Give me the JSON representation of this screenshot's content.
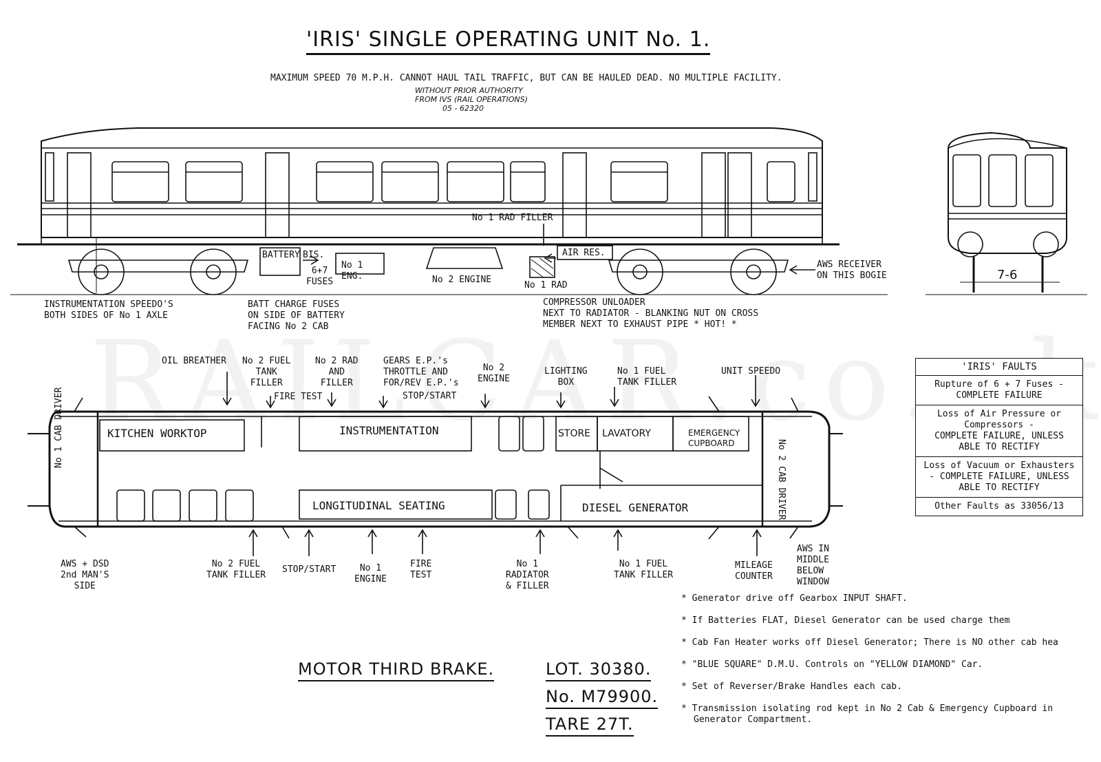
{
  "title": "'IRIS' SINGLE OPERATING UNIT No. 1.",
  "subtitle": "MAXIMUM SPEED 70 M.P.H.  CANNOT HAUL TAIL TRAFFIC, BUT CAN BE HAULED DEAD.  NO MULTIPLE FACILITY.",
  "handwritten_note": [
    "WITHOUT PRIOR AUTHORITY",
    "FROM IVS (RAIL OPERATIONS)",
    "05 - 62320"
  ],
  "watermark": "RAILCAR.co.uk",
  "side_view_labels": {
    "rad_filler": "No 1 RAD FILLER",
    "battery": "BATTERY",
    "bis": "BIS.",
    "fuses": [
      "6+7",
      "FUSES"
    ],
    "no1_eng": [
      "No 1",
      "ENG."
    ],
    "no2_engine": "No 2 ENGINE",
    "no1_rad": "No 1 RAD",
    "air_res": "AIR RES.",
    "aws_receiver": [
      "AWS RECEIVER",
      "ON THIS BOGIE"
    ],
    "instrumentation_speedos": [
      "INSTRUMENTATION SPEEDO'S",
      "BOTH SIDES OF No 1 AXLE"
    ],
    "batt_charge": [
      "BATT CHARGE FUSES",
      "ON SIDE OF BATTERY",
      "FACING No 2 CAB"
    ],
    "compressor": [
      "COMPRESSOR UNLOADER",
      "NEXT TO RADIATOR - BLANKING NUT ON CROSS",
      "MEMBER NEXT TO EXHAUST PIPE * HOT! *"
    ],
    "gauge": "7-6"
  },
  "plan_top_labels": {
    "oil_breather": "OIL BREATHER",
    "no2_fuel_tank_filler": [
      "No 2 FUEL",
      "TANK",
      "FILLER"
    ],
    "fire_test": "FIRE TEST",
    "no2_rad_filler": [
      "No 2 RAD",
      "AND",
      "FILLER"
    ],
    "gears": [
      "GEARS E.P.'s",
      "THROTTLE AND",
      "FOR/REV E.P.'s"
    ],
    "stop_start": "STOP/START",
    "no2_engine": [
      "No 2",
      "ENGINE"
    ],
    "lighting_box": [
      "LIGHTING",
      "BOX"
    ],
    "no1_fuel_tank_filler": [
      "No 1 FUEL",
      "TANK FILLER"
    ],
    "unit_speedo": "UNIT SPEEDO"
  },
  "plan_rooms": {
    "no1_cab": "No 1 CAB DRIVER",
    "kitchen": "KITCHEN WORKTOP",
    "instrumentation": "INSTRUMENTATION",
    "store": "STORE",
    "lavatory": "LAVATORY",
    "emergency": [
      "EMERGENCY",
      "CUPBOARD"
    ],
    "no2_cab": "No 2 CAB DRIVER",
    "seating": "LONGITUDINAL SEATING",
    "generator": "DIESEL GENERATOR"
  },
  "plan_bottom_labels": {
    "aws_dsd": [
      "AWS + DSD",
      "2nd MAN'S",
      "SIDE"
    ],
    "no2_fuel": [
      "No 2 FUEL",
      "TANK FILLER"
    ],
    "stop_start": "STOP/START",
    "no1_engine": [
      "No 1",
      "ENGINE"
    ],
    "fire_test": [
      "FIRE",
      "TEST"
    ],
    "no1_radiator": [
      "No 1",
      "RADIATOR",
      "& FILLER"
    ],
    "no1_fuel": [
      "No 1 FUEL",
      "TANK FILLER"
    ],
    "mileage": [
      "MILEAGE",
      "COUNTER"
    ],
    "aws_middle": [
      "AWS IN",
      "MIDDLE",
      "BELOW",
      "WINDOW"
    ]
  },
  "faults": {
    "heading": "'IRIS'  FAULTS",
    "rows": [
      [
        "Rupture of 6 + 7 Fuses -",
        "COMPLETE FAILURE"
      ],
      [
        "Loss of Air Pressure or",
        "Compressors -",
        "COMPLETE FAILURE, UNLESS",
        "ABLE TO RECTIFY"
      ],
      [
        "Loss of Vacuum or Exhausters",
        "- COMPLETE FAILURE, UNLESS",
        "ABLE TO RECTIFY"
      ],
      [
        "Other Faults as 33056/13"
      ]
    ]
  },
  "lot_info": {
    "line1a": "MOTOR THIRD BRAKE.",
    "line1b": "LOT. 30380.",
    "line2": "No. M79900.",
    "line3": "TARE  27T."
  },
  "notes": [
    "* Generator drive off Gearbox INPUT SHAFT.",
    "* If Batteries FLAT, Diesel Generator can be used charge them",
    "* Cab Fan Heater works off Diesel Generator; There is NO other cab hea",
    "* \"BLUE SQUARE\" D.M.U. Controls on \"YELLOW DIAMOND\" Car.",
    "* Set of Reverser/Brake Handles each cab.",
    "* Transmission isolating rod kept in No 2 Cab & Emergency Cupboard in"
  ],
  "note_last_cont": "Generator Compartment."
}
